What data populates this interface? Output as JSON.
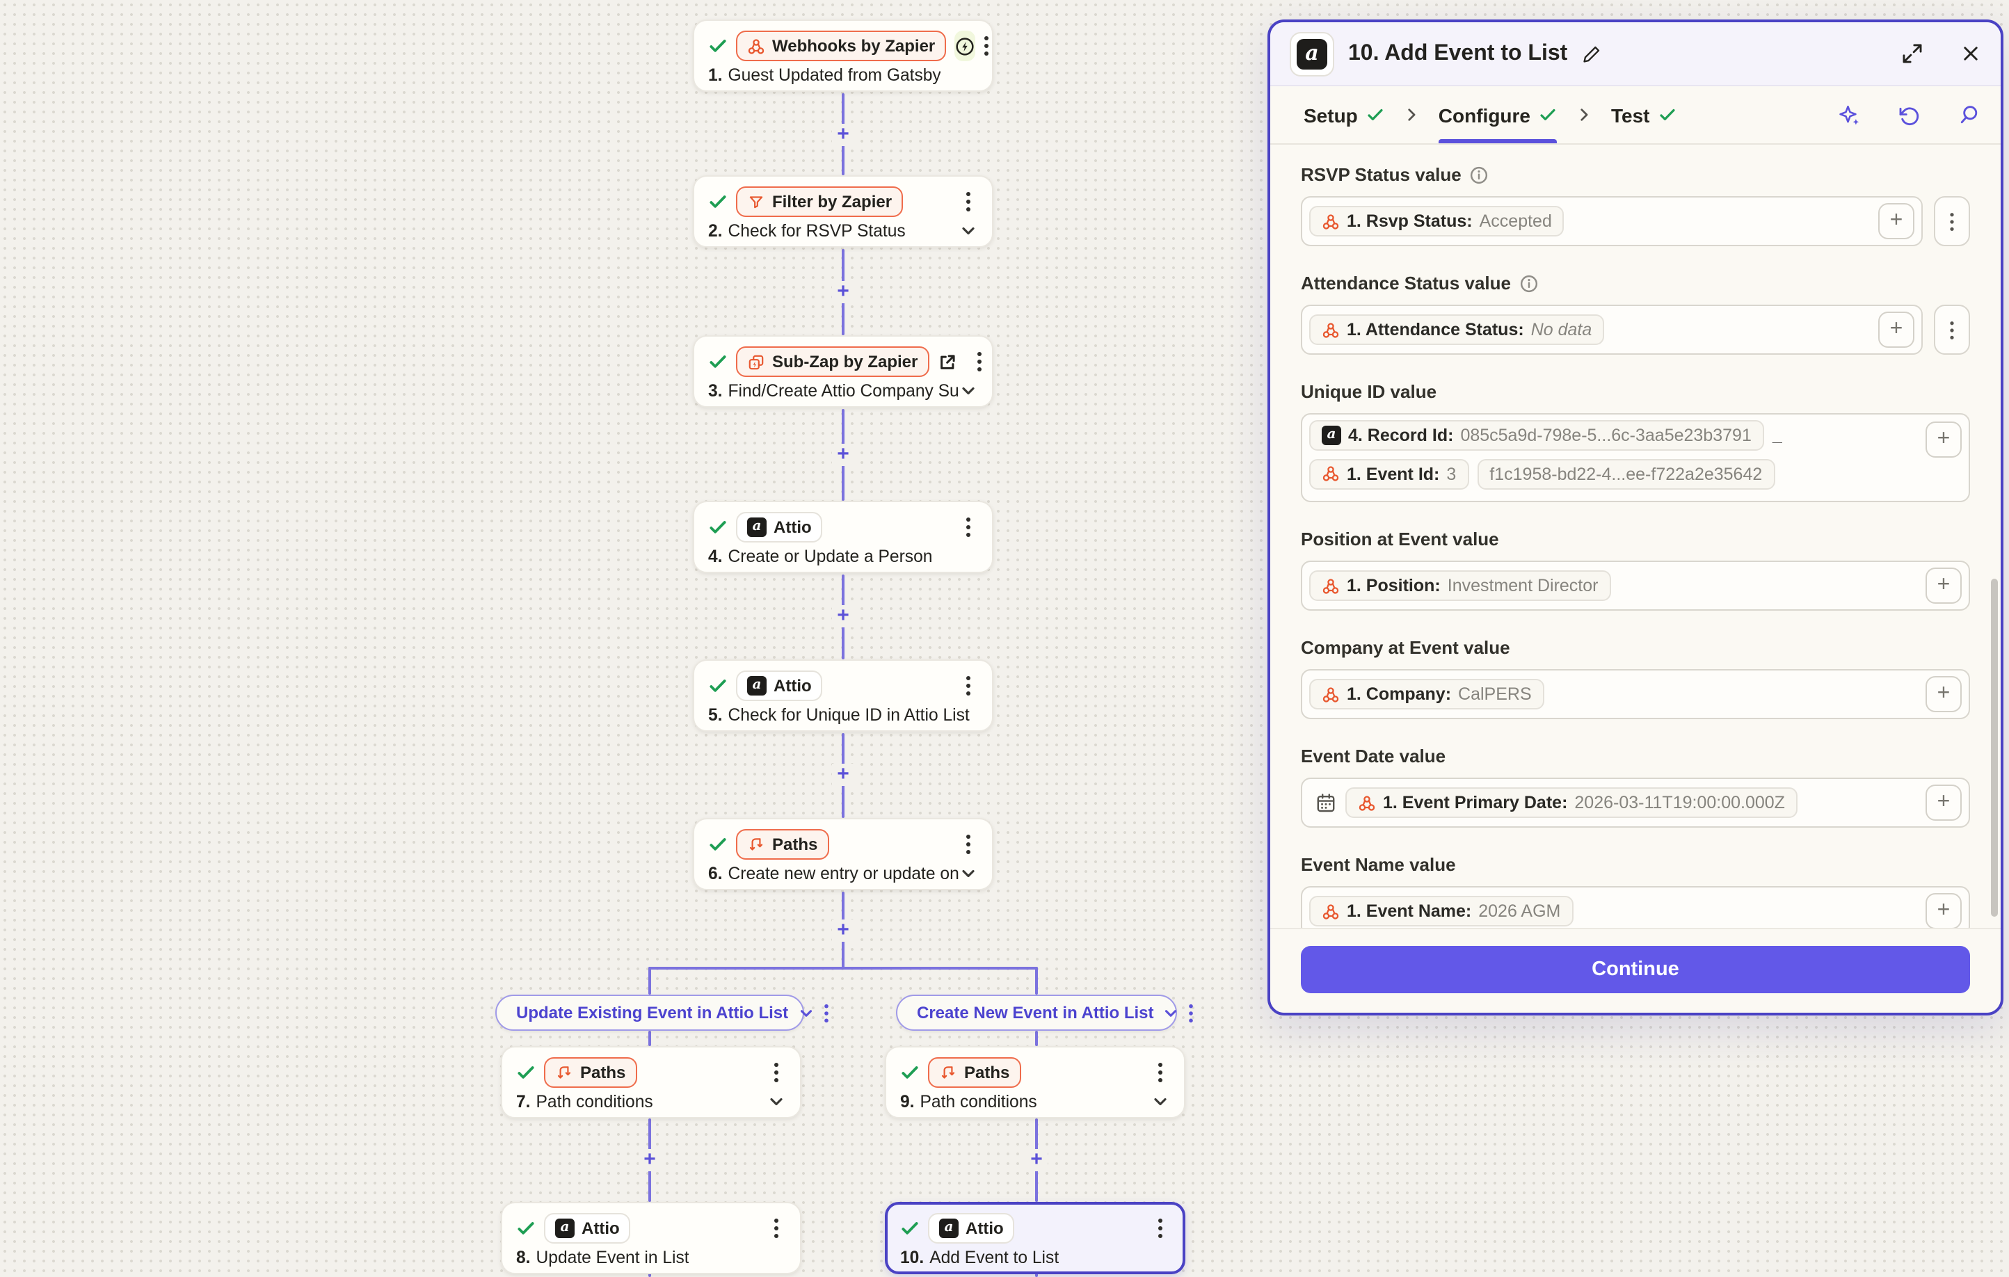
{
  "colors": {
    "accent": "#4A42C4",
    "connector": "#7B72DE",
    "orange": "#E8572E",
    "green": "#1E9E53",
    "continue_bg": "#6258E8",
    "canvas_bg": "#F3F1EC"
  },
  "icons": {
    "plus_connector": "+",
    "chip_plus": "+"
  },
  "canvas": {
    "branches": {
      "left": "Update Existing Event in Attio List",
      "right": "Create New Event in Attio List"
    },
    "nodes": [
      {
        "app": "Webhooks by Zapier",
        "num": "1.",
        "text": "Guest Updated from Gatsby"
      },
      {
        "app": "Filter by Zapier",
        "num": "2.",
        "text": "Check for RSVP Status"
      },
      {
        "app": "Sub-Zap by Zapier",
        "num": "3.",
        "text": "Find/Create Attio Company Su..."
      },
      {
        "app": "Attio",
        "num": "4.",
        "text": "Create or Update a Person"
      },
      {
        "app": "Attio",
        "num": "5.",
        "text": "Check for Unique ID in Attio List"
      },
      {
        "app": "Paths",
        "num": "6.",
        "text": "Create new entry or update one?"
      },
      {
        "app": "Paths",
        "num": "7.",
        "text": "Path conditions"
      },
      {
        "app": "Attio",
        "num": "8.",
        "text": "Update Event in List"
      },
      {
        "app": "Paths",
        "num": "9.",
        "text": "Path conditions"
      },
      {
        "app": "Attio",
        "num": "10.",
        "text": "Add Event to List"
      }
    ]
  },
  "panel": {
    "title": "10. Add Event to List",
    "tabs": [
      {
        "label": "Setup"
      },
      {
        "label": "Configure"
      },
      {
        "label": "Test"
      }
    ],
    "fields": [
      {
        "label": "RSVP Status value",
        "chip": {
          "name": "1. Rsvp Status:",
          "value": "Accepted"
        }
      },
      {
        "label": "Attendance Status value",
        "chip": {
          "name": "1. Attendance Status:",
          "value": "No data"
        }
      },
      {
        "label": "Unique ID value",
        "chip_a": {
          "name": "4. Record Id:",
          "value": "085c5a9d-798e-5...6c-3aa5e23b3791"
        },
        "separator": "_",
        "chip_b": {
          "name": "1. Event Id:",
          "value": "3"
        },
        "chip_b_continued": "f1c1958-bd22-4...ee-f722a2e35642"
      },
      {
        "label": "Position at Event value",
        "chip": {
          "name": "1. Position:",
          "value": "Investment Director"
        }
      },
      {
        "label": "Company at Event value",
        "chip": {
          "name": "1. Company:",
          "value": "CalPERS"
        }
      },
      {
        "label": "Event Date value",
        "chip": {
          "name": "1. Event Primary Date:",
          "value": "2026-03-11T19:00:00.000Z"
        }
      },
      {
        "label": "Event Name value",
        "chip": {
          "name": "1. Event Name:",
          "value": "2026 AGM"
        }
      }
    ],
    "continue_label": "Continue"
  }
}
